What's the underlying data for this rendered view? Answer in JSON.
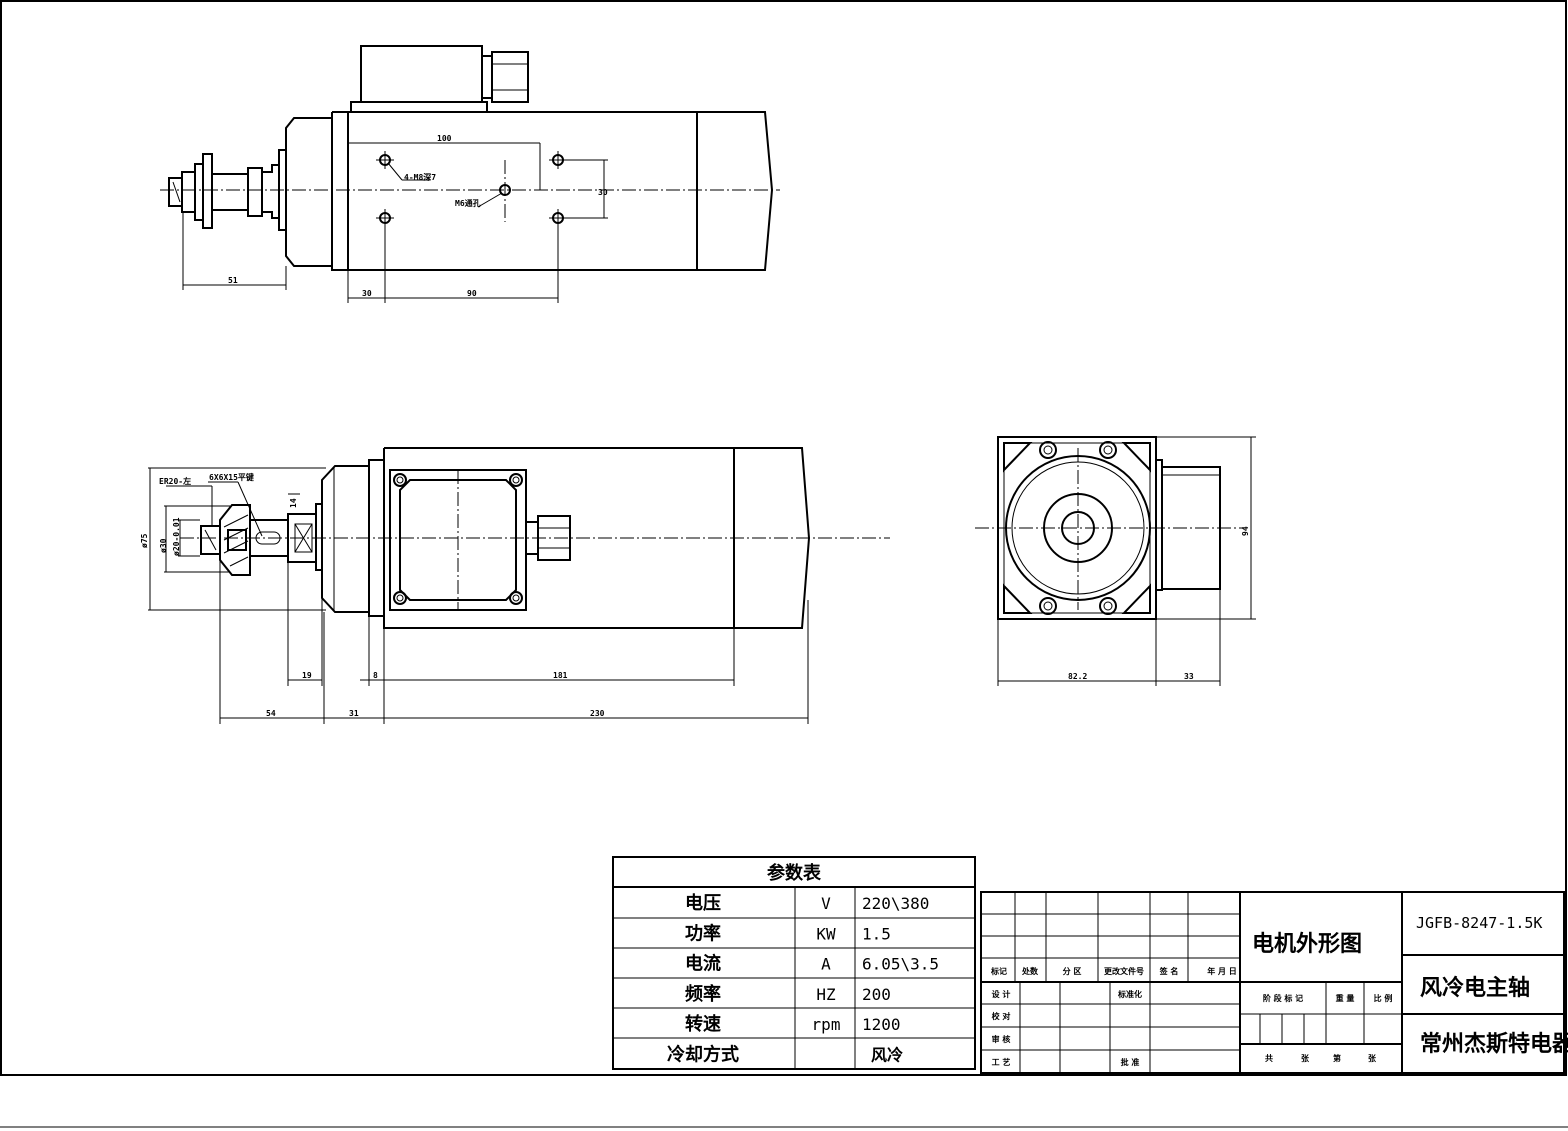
{
  "top_view": {
    "dims": {
      "d100": "100",
      "hole_note": "4-M8深7",
      "m6_note": "M6通孔",
      "d30v": "30",
      "d51": "51",
      "d30": "30",
      "d90": "90"
    }
  },
  "side_view": {
    "dims": {
      "er_note": "ER20-左",
      "key_note": "6X6X15平键",
      "d14": "14",
      "d75": "ø75",
      "d30": "ø30",
      "d20": "ø20-0.01",
      "d19": "19",
      "d8": "8",
      "d181": "181",
      "d54": "54",
      "d31": "31",
      "d230": "230"
    }
  },
  "end_view": {
    "dims": {
      "d94": "94",
      "d82": "82.2",
      "d33": "33"
    }
  },
  "param_table": {
    "title": "参数表",
    "rows": [
      {
        "name": "电压",
        "unit": "V",
        "value": "220\\380"
      },
      {
        "name": "功率",
        "unit": "KW",
        "value": "1.5"
      },
      {
        "name": "电流",
        "unit": "A",
        "value": "6.05\\3.5"
      },
      {
        "name": "频率",
        "unit": "HZ",
        "value": "200"
      },
      {
        "name": "转速",
        "unit": "rpm",
        "value": "1200"
      },
      {
        "name": "冷却方式",
        "unit": "",
        "value": "风冷"
      }
    ]
  },
  "title_block": {
    "rev_headers": [
      "标记",
      "处数",
      "分 区",
      "更改文件号",
      "签 名",
      "年 月 日"
    ],
    "sign_rows": [
      "设 计",
      "校 对",
      "审 核",
      "工 艺"
    ],
    "std": "标准化",
    "approve": "批 准",
    "stage_labels": [
      "阶 段 标 记",
      "重 量",
      "比 例"
    ],
    "sheet_labels": [
      "共",
      "张",
      "第",
      "张"
    ],
    "drawing_name": "电机外形图",
    "drawing_no": "JGFB-8247-1.5K",
    "product": "风冷电主轴",
    "company": "常州杰斯特电器"
  }
}
